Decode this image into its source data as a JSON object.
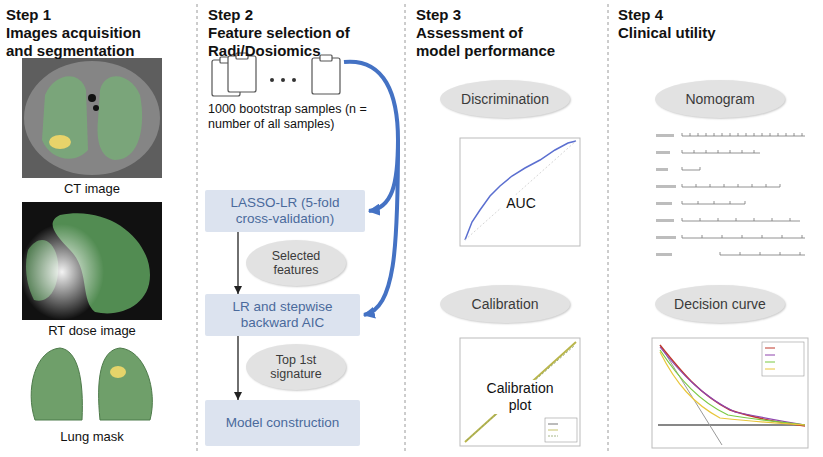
{
  "diagram": {
    "nodes": [
      {
        "text": [
          "LASSO-LR (5-fold cross-validation)"
        ]
      },
      {
        "text": [
          "Selected features"
        ]
      },
      {
        "text": [
          "LR and stepwise backward AIC"
        ]
      },
      {
        "text": [
          "Top 1st signature"
        ]
      },
      {
        "text": [
          "Model construction"
        ]
      },
      {
        "text": [
          "Discrimination"
        ]
      },
      {
        "text": [
          "Calibration"
        ]
      },
      {
        "text": [
          "Nomogram"
        ]
      },
      {
        "text": [
          "Decision curve"
        ]
      }
    ],
    "edges": [
      {
        "from": 0,
        "to": 2,
        "arrow": "to"
      },
      {
        "from": 2,
        "to": 4,
        "arrow": "to"
      }
    ],
    "labels": [
      "Step 1",
      "Images acquisition and segmentation",
      "CT image",
      "RT dose image",
      "Lung mask",
      "Step 2",
      "Feature selection of Radi/Dosiomics",
      "1000 bootstrap samples (n = number of all samples)",
      "Step 3",
      "Assessment of model performance",
      "AUC",
      "Calibration plot",
      "Step 4",
      "Clinical utility"
    ]
  }
}
